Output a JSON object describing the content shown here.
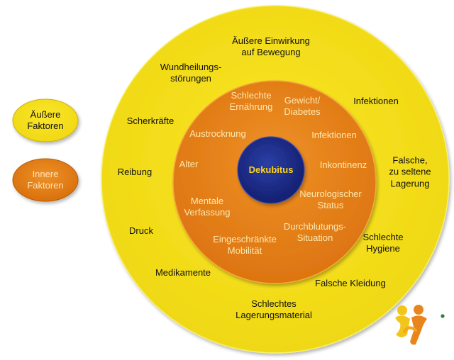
{
  "colors": {
    "outer_ring": "#f3e01c",
    "outer_ring_edge": "#f6ec5a",
    "inner_ring": "#e9861c",
    "inner_ring_edge": "#f29a2e",
    "core": "#1b2a8c",
    "core_edge": "#2b3ea8",
    "core_text": "#ffd21a",
    "inner_text": "#fde8b0",
    "outer_text": "#111111"
  },
  "legend": {
    "external": "Äußere\nFaktoren",
    "internal": "Innere\nFaktoren"
  },
  "center": "Dekubitus",
  "inner_factors": [
    "Schlechte\nErnährung",
    "Gewicht/\nDiabetes",
    "Austrocknung",
    "Infektionen",
    "Alter",
    "Inkontinenz",
    "Mentale\nVerfassung",
    "Neurologischer\nStatus",
    "Eingeschränkte\nMobilität",
    "Durchblutungs-\nSituation"
  ],
  "outer_factors": [
    "Äußere Einwirkung\nauf Bewegung",
    "Wundheilungs-\nstörungen",
    "Infektionen",
    "Scherkräfte",
    "Falsche,\nzu seltene\nLagerung",
    "Reibung",
    "Druck",
    "Schlechte\nHygiene",
    "Medikamente",
    "Falsche Kleidung",
    "Schlechtes\nLagerungsmaterial"
  ],
  "logo": {
    "icon": "people-logo-icon"
  }
}
